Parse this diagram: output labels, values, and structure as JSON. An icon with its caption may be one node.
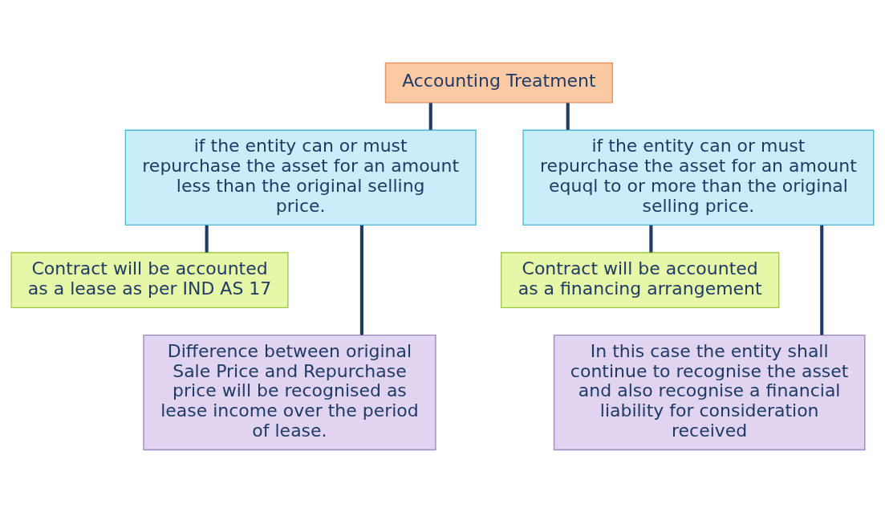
{
  "diagram": {
    "nodes": [
      {
        "text": [
          "Accounting Treatment"
        ]
      },
      {
        "text": [
          "if the entity can or must repurchase the asset for an amount less than the original selling price."
        ]
      },
      {
        "text": [
          "if the entity can or must repurchase the asset for an amount equql to or more than the original selling price."
        ]
      },
      {
        "text": [
          "Contract will be accounted as a lease as per IND AS 17"
        ]
      },
      {
        "text": [
          "Difference between original Sale Price and Repurchase price will be recognised as lease income over the period of lease."
        ]
      },
      {
        "text": [
          "Contract will be accounted as a financing arrangement"
        ]
      },
      {
        "text": [
          "In this case the entity shall continue to recognise the asset and also recognise a financial liability for consideration received"
        ]
      }
    ],
    "edges": [
      {
        "from": 0,
        "to": 1,
        "arrow": "none"
      },
      {
        "from": 0,
        "to": 2,
        "arrow": "none"
      },
      {
        "from": 1,
        "to": 3,
        "arrow": "none"
      },
      {
        "from": 1,
        "to": 4,
        "arrow": "none"
      },
      {
        "from": 2,
        "to": 5,
        "arrow": "none"
      },
      {
        "from": 2,
        "to": 6,
        "arrow": "none"
      }
    ]
  }
}
